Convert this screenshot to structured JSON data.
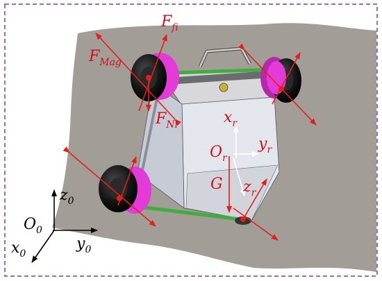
{
  "colors": {
    "border": "#7a3e9d",
    "surface": "#a39d98",
    "force": "#e0201a",
    "axis": "#ffffff",
    "wheel": "#111111",
    "hub": "#e23bd8",
    "rail": "#3fae3f",
    "body": "#dfe2ea"
  },
  "labels": {
    "ffi_main": "F",
    "ffi_sub": "fi",
    "fmag_main": "F",
    "fmag_sub": "Mag",
    "fni_main": "F",
    "fni_sub": "Ni",
    "xr_main": "x",
    "xr_sub": "r",
    "yr_main": "y",
    "yr_sub": "r",
    "zr_main": "z",
    "zr_sub": "r",
    "or_main": "O",
    "or_sub": "r",
    "g": "G",
    "z0_main": "z",
    "z0_sub": "0",
    "y0_main": "y",
    "y0_sub": "0",
    "x0_main": "x",
    "x0_sub": "0",
    "o0_main": "O",
    "o0_sub": "0"
  }
}
